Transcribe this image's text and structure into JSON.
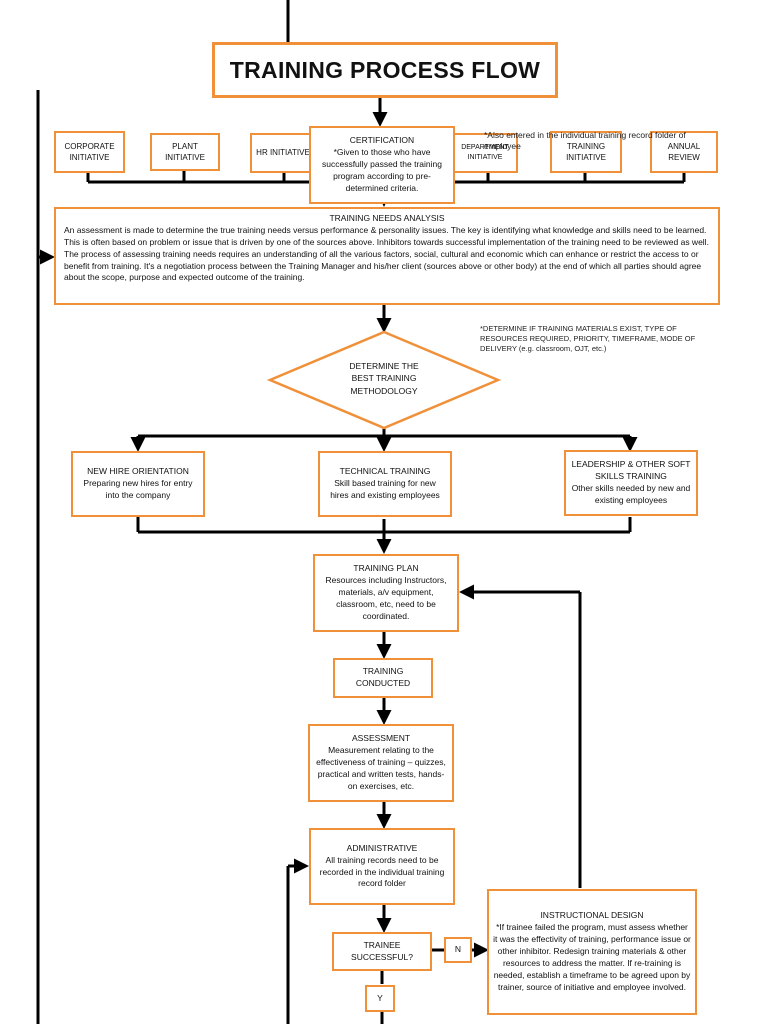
{
  "title": "TRAINING PROCESS FLOW",
  "sources": [
    {
      "label": "CORPORATE INITIATIVE"
    },
    {
      "label": "PLANT INITIATIVE"
    },
    {
      "label": "HR INITIATIVE"
    },
    {
      "label": "DEPARTMENT INITIATIVE"
    },
    {
      "label": "TRAINING INITIATIVE"
    },
    {
      "label": "ANNUAL REVIEW"
    }
  ],
  "certification": {
    "heading": "CERTIFICATION",
    "text": "*Given to those who have successfully passed the training program according to pre-determined criteria."
  },
  "certification_note": "*Also entered in the individual training record folder of employee",
  "needs_analysis": {
    "heading": "TRAINING NEEDS ANALYSIS",
    "text": "An assessment is made to determine the true training needs versus performance & personality issues. The key is identifying what knowledge and skills need to be learned. This is often based on problem or issue that is driven by one of the sources above. Inhibitors towards successful implementation of the training need to be reviewed as well. The process of assessing training needs requires an understanding of all the various factors, social, cultural and economic which can enhance or restrict the access to or benefit from training. It's a negotiation process between the Training Manager and his/her client (sources above or other body) at the end of which all parties should agree about the scope, purpose and expected outcome of the training."
  },
  "methodology_note": "*DETERMINE IF TRAINING MATERIALS EXIST, TYPE OF RESOURCES REQUIRED, PRIORITY, TIMEFRAME, MODE OF DELIVERY (e.g. classroom, OJT, etc.)",
  "methodology": "DETERMINE THE BEST TRAINING METHODOLOGY",
  "training_types": [
    {
      "heading": "NEW HIRE ORIENTATION",
      "text": "Preparing new hires for entry into the company"
    },
    {
      "heading": "TECHNICAL TRAINING",
      "text": "Skill based training for new hires and existing employees"
    },
    {
      "heading": "LEADERSHIP & OTHER SOFT SKILLS TRAINING",
      "text": "Other skills needed by new and existing employees"
    }
  ],
  "training_plan": {
    "heading": "TRAINING PLAN",
    "text": "Resources including Instructors, materials, a/v equipment, classroom, etc, need to be coordinated."
  },
  "training_conducted": "TRAINING CONDUCTED",
  "assessment": {
    "heading": "ASSESSMENT",
    "text": "Measurement relating to the effectiveness of training – quizzes, practical and written tests, hands-on exercises, etc."
  },
  "administrative": {
    "heading": "ADMINISTRATIVE",
    "text": "All training records need to be recorded in the individual training record folder"
  },
  "decision": "TRAINEE SUCCESSFUL?",
  "no_label": "N",
  "yes_label": "Y",
  "instructional_design": {
    "heading": "INSTRUCTIONAL DESIGN",
    "text": "*If trainee failed the program, must assess whether it was the effectivity of training, performance issue or other inhibitor. Redesign training materials & other resources to address the matter. If re-training is needed, establish a timeframe to be agreed upon by trainer, source of initiative and employee involved."
  },
  "colors": {
    "box_border": "#f0913a",
    "line": "#000000"
  }
}
